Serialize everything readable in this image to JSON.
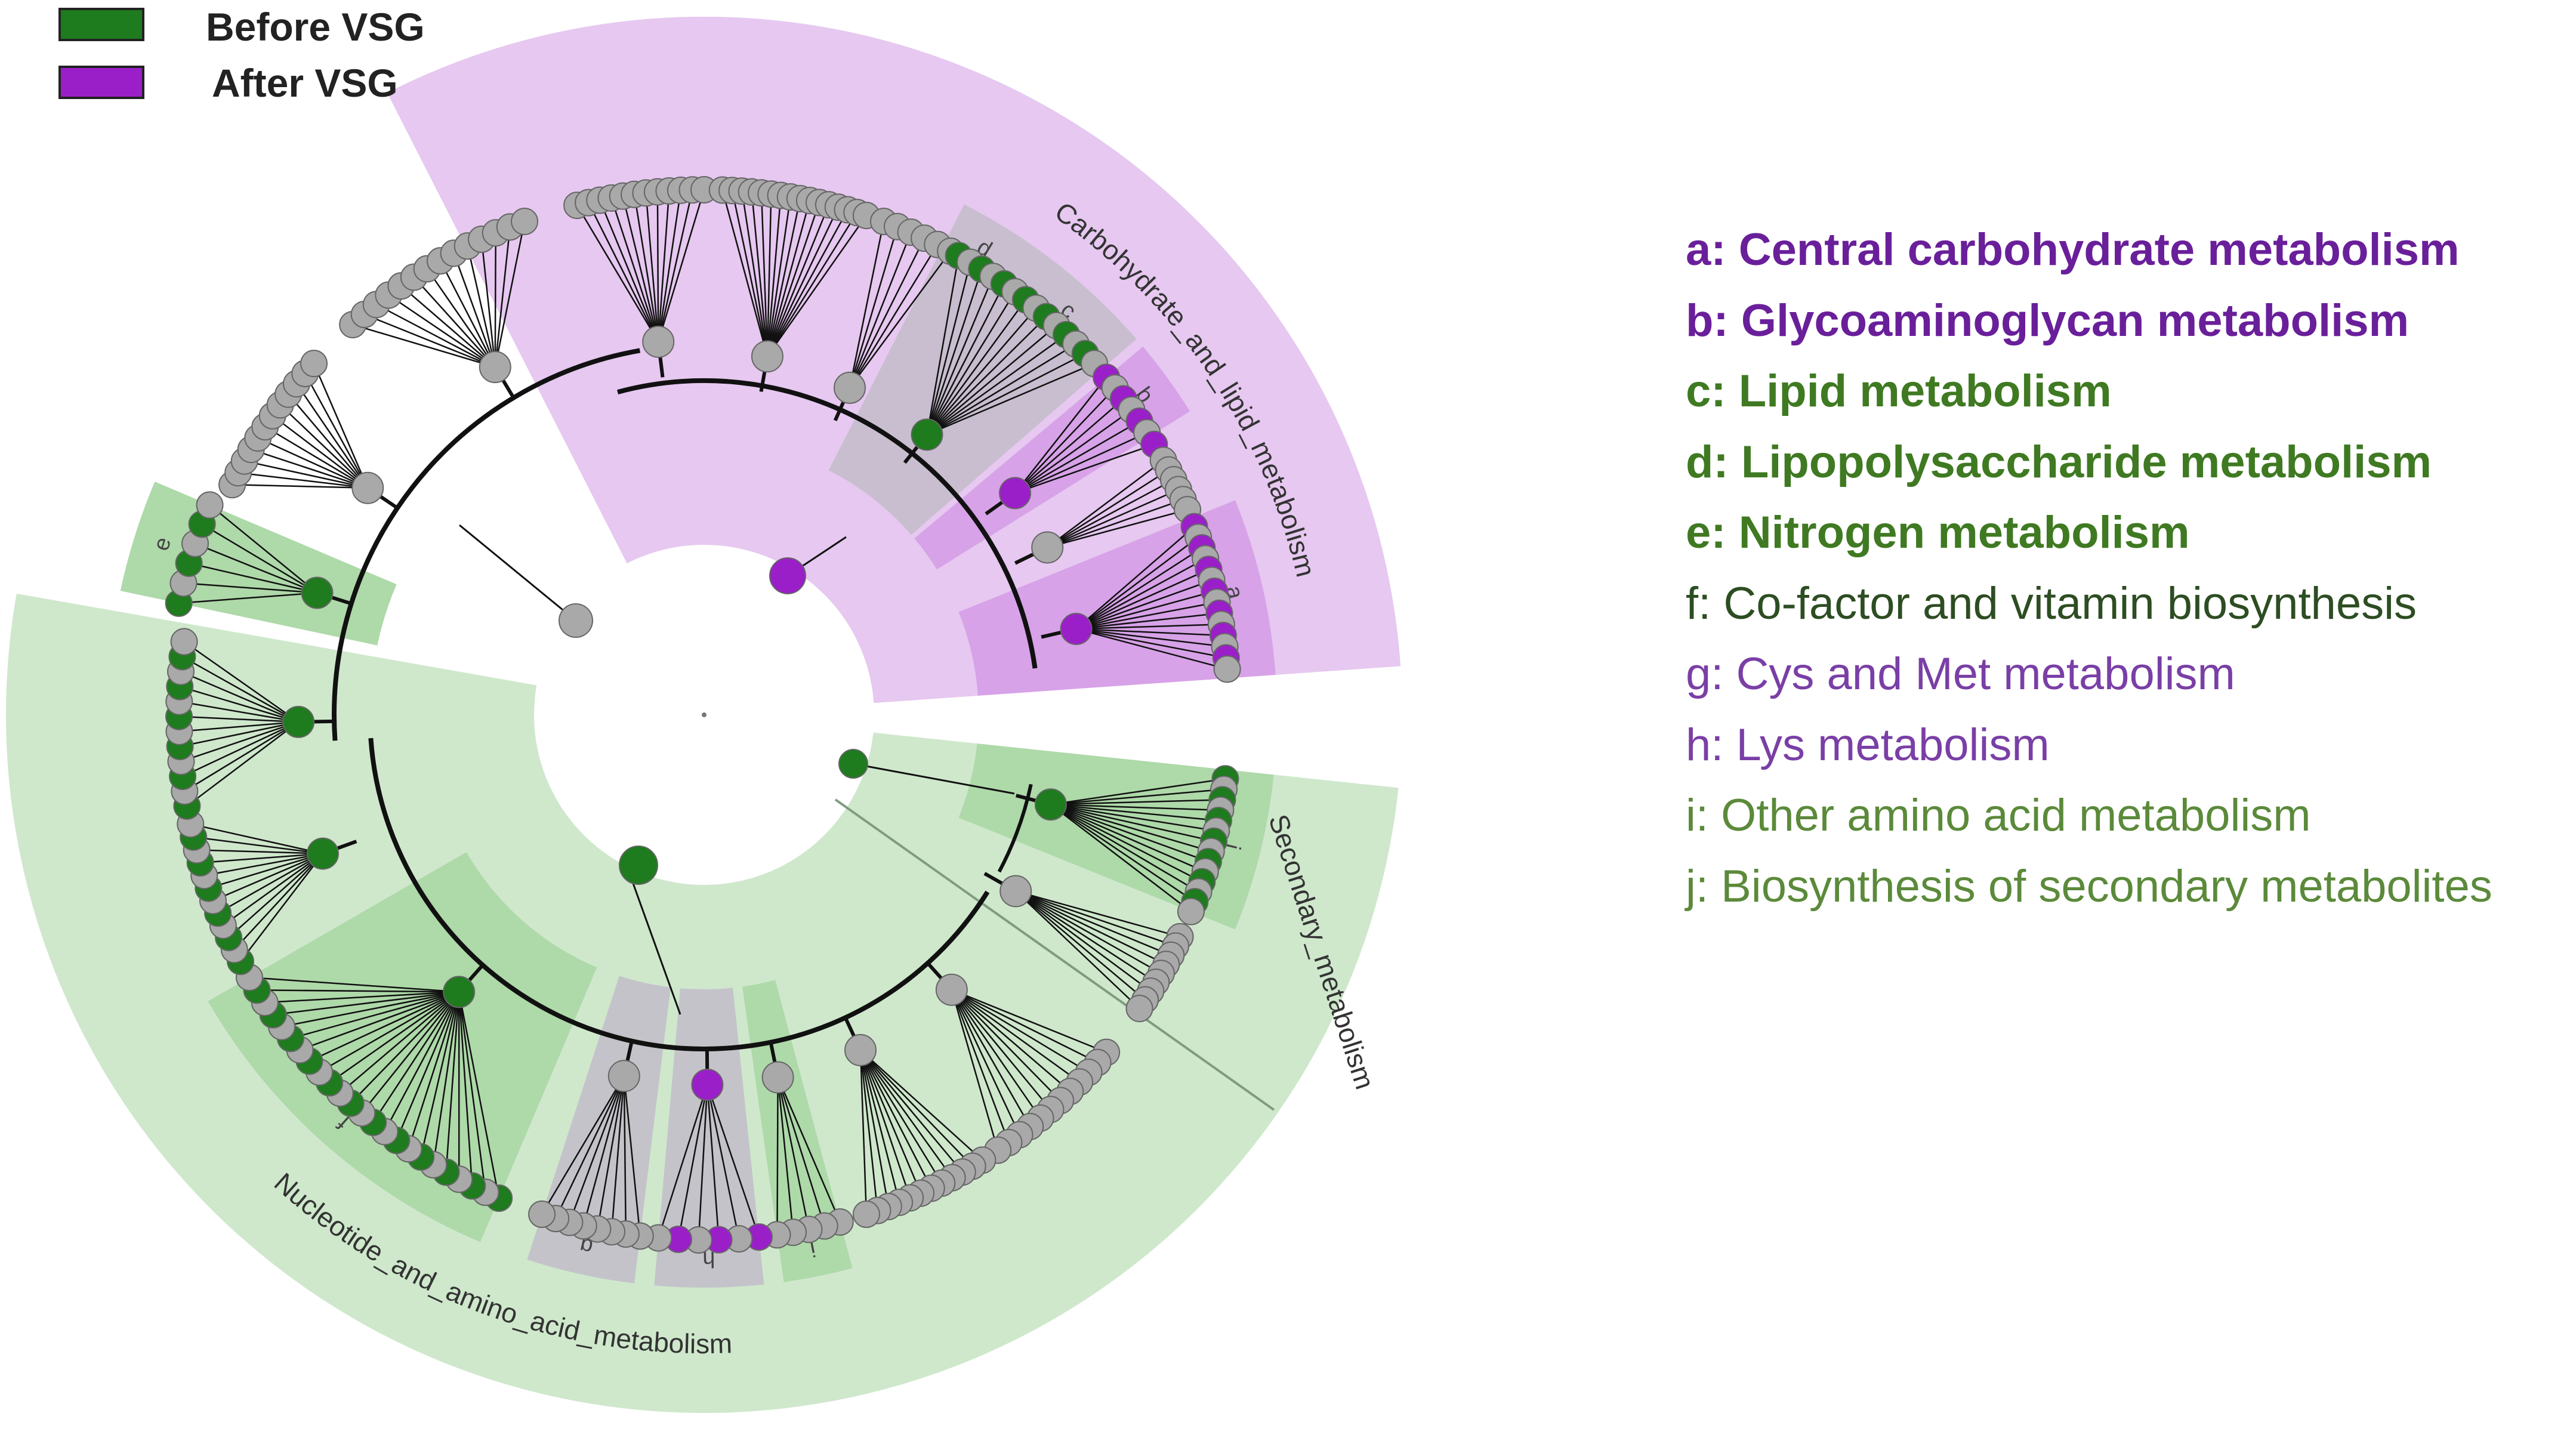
{
  "legend": {
    "items": [
      {
        "label": "Before VSG",
        "color": "#1e7b1e"
      },
      {
        "label": "After VSG",
        "color": "#9b1fc9"
      }
    ]
  },
  "sectors": {
    "carbohydrate_lipid": "Carbohydrate_and_lipid_metabolism",
    "secondary": "Secondary_metabolism",
    "nucleotide_amino": "Nucleotide_and_amino_acid_metabolism"
  },
  "clade_letters": [
    "a",
    "b",
    "c",
    "d",
    "e",
    "f",
    "g",
    "h",
    "i",
    "j"
  ],
  "key": [
    {
      "text": "a: Central carbohydrate metabolism",
      "color": "#6a1f9a",
      "bold": true
    },
    {
      "text": "b: Glycoaminoglycan metabolism",
      "color": "#6a1f9a",
      "bold": true
    },
    {
      "text": "c: Lipid metabolism",
      "color": "#3f7a22",
      "bold": true
    },
    {
      "text": "d: Lipopolysaccharide metabolism",
      "color": "#3f7a22",
      "bold": true
    },
    {
      "text": "e: Nitrogen metabolism",
      "color": "#3f7a22",
      "bold": true
    },
    {
      "text": "f: Co-factor and vitamin biosynthesis",
      "color": "#2d4d22",
      "bold": false
    },
    {
      "text": "g: Cys and Met metabolism",
      "color": "#7a3fa6",
      "bold": false
    },
    {
      "text": "h: Lys metabolism",
      "color": "#7a3fa6",
      "bold": false
    },
    {
      "text": "i: Other amino acid metabolism",
      "color": "#5b8a3a",
      "bold": false
    },
    {
      "text": "j: Biosynthesis of secondary metabolites",
      "color": "#5b8a3a",
      "bold": false
    }
  ],
  "colors": {
    "before": "#1e7b1e",
    "after": "#9b1fc9",
    "neutral": "#a9a9a9",
    "purple_bg": "#e6c8f0",
    "purple_clade": "#d49be6",
    "green_bg": "#cfe8cc",
    "green_clade": "#a8d6a2",
    "grey_clade": "#c2bcc9"
  }
}
